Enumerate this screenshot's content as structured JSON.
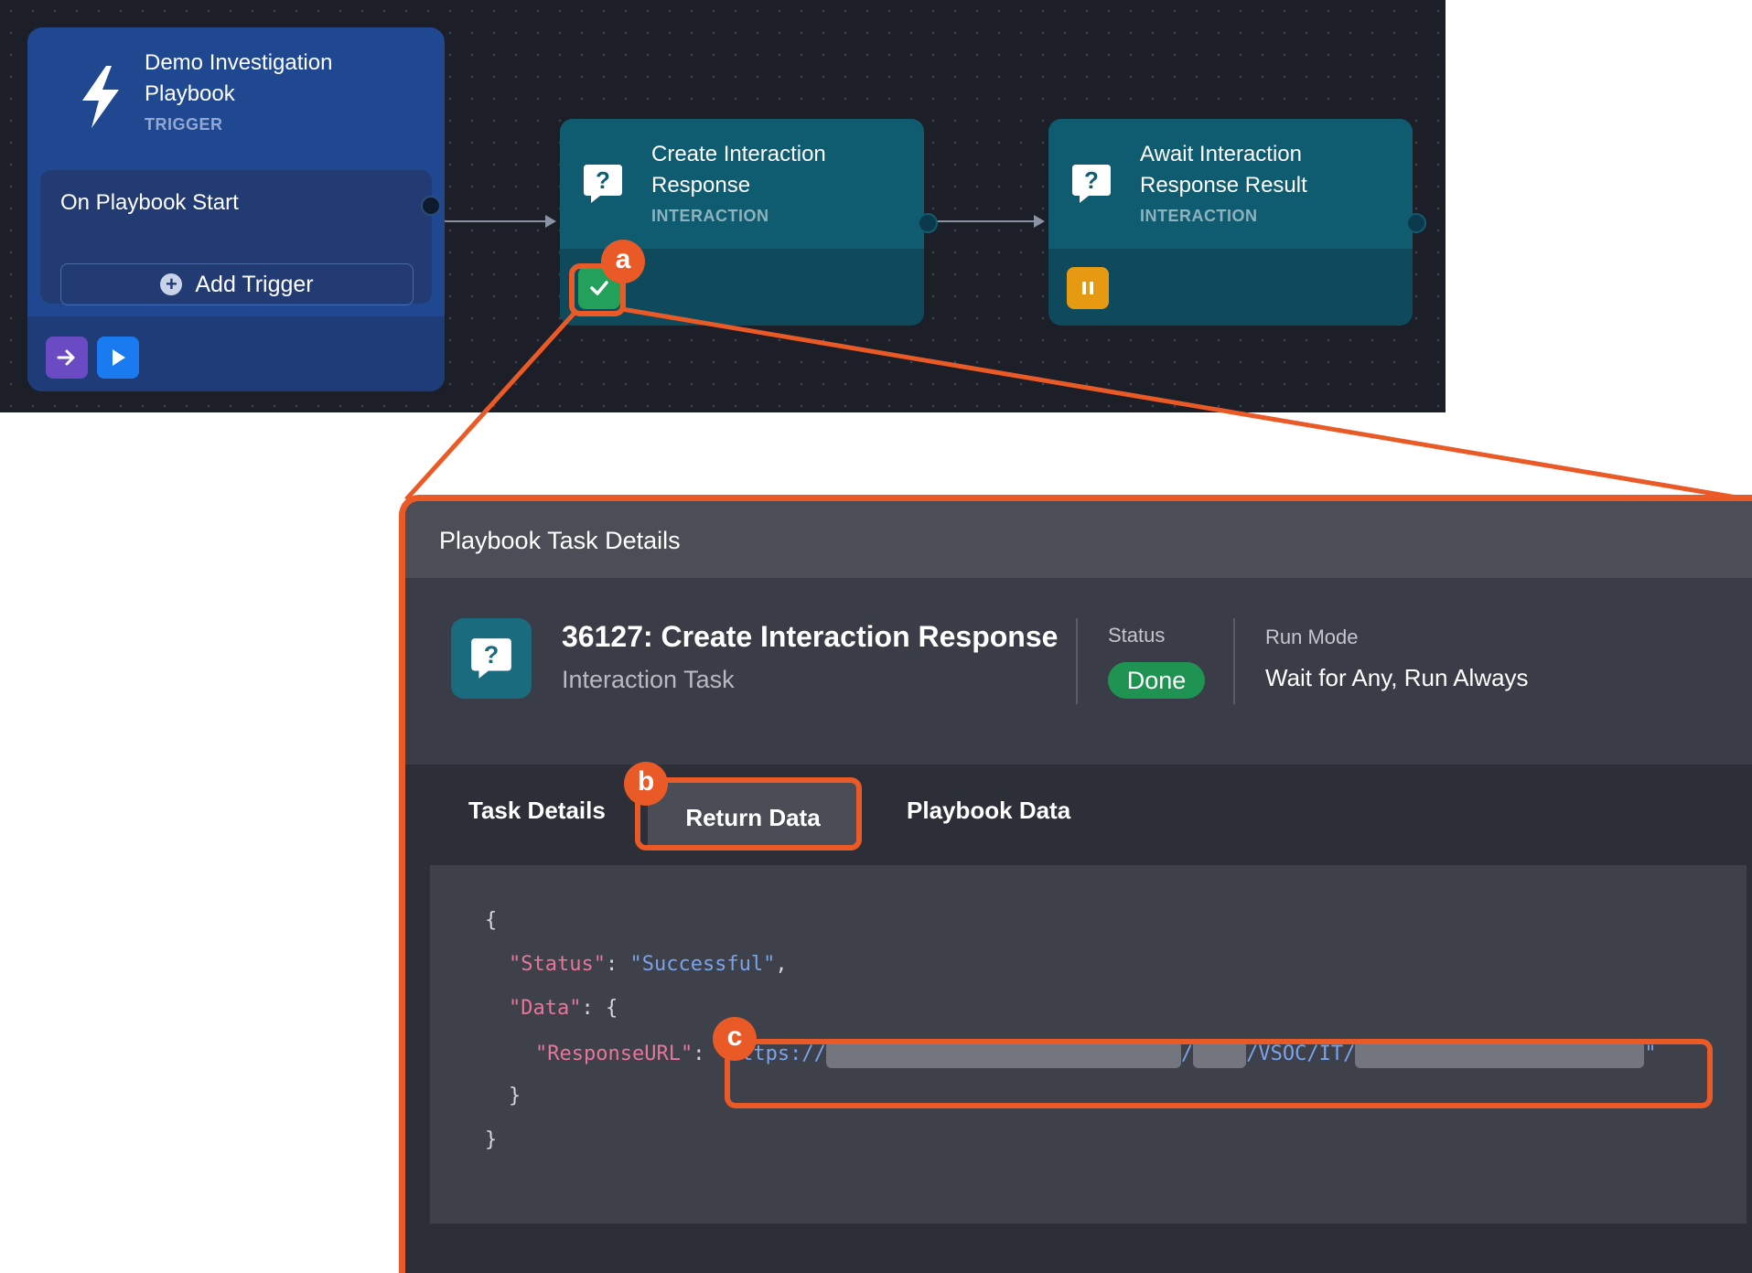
{
  "trigger": {
    "title": "Demo Investigation Playbook",
    "tag": "TRIGGER",
    "event": "On Playbook Start",
    "add_trigger_label": "Add Trigger",
    "icon": "lightning-icon"
  },
  "tasks": [
    {
      "title": "Create Interaction Response",
      "tag": "INTERACTION",
      "icon": "question-bubble-icon",
      "status_icon": "check-icon"
    },
    {
      "title": "Await Interaction Response Result",
      "tag": "INTERACTION",
      "icon": "question-bubble-icon",
      "status_icon": "pause-icon"
    }
  ],
  "callouts": {
    "a": "a",
    "b": "b",
    "c": "c"
  },
  "panel": {
    "title": "Playbook Task Details",
    "task_name": "36127: Create Interaction Response",
    "task_type": "Interaction Task",
    "status_label": "Status",
    "status_value": "Done",
    "run_mode_label": "Run Mode",
    "run_mode_value": "Wait for Any, Run Always",
    "tabs": [
      "Task Details",
      "Return Data",
      "Playbook Data"
    ],
    "active_tab": "Return Data"
  },
  "code": {
    "open_brace": "{",
    "status_key": "\"Status\"",
    "status_value": "\"Successful\"",
    "data_key": "\"Data\"",
    "data_open": "{",
    "url_key": "\"ResponseURL\"",
    "url_prefix": "\"https://",
    "url_sep": "/",
    "url_mid": "/VSOC/IT/",
    "url_end": "\"",
    "inner_close": "}",
    "close_brace": "}"
  },
  "colors": {
    "accent": "#ea5a26",
    "trigger_blue": "#1f4891",
    "task_teal": "#0f5c70",
    "done_green": "#1f9452",
    "paused_amber": "#e59a12"
  }
}
